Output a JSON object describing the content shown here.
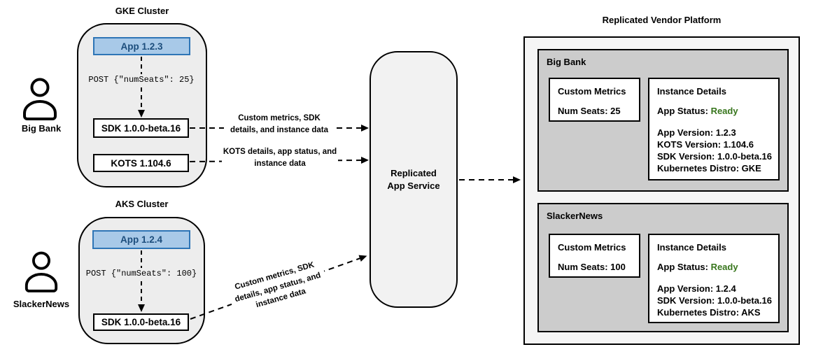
{
  "diagram": {
    "actors": [
      {
        "label": "Big Bank"
      },
      {
        "label": "SlackerNews"
      }
    ],
    "clusters": [
      {
        "title": "GKE Cluster",
        "app": "App 1.2.3",
        "post": "POST {\"numSeats\": 25}",
        "sdk": "SDK 1.0.0-beta.16",
        "kots": "KOTS 1.104.6"
      },
      {
        "title": "AKS Cluster",
        "app": "App 1.2.4",
        "post": "POST {\"numSeats\": 100}",
        "sdk": "SDK 1.0.0-beta.16"
      }
    ],
    "flows": [
      {
        "label": "Custom metrics, SDK\ndetails, and instance data"
      },
      {
        "label": "KOTS details, app status, and\ninstance data"
      },
      {
        "label": "Custom metrics, SDK\ndetails, app status, and\ninstance data"
      }
    ],
    "service": {
      "label": "Replicated\nApp Service"
    },
    "platform": {
      "title": "Replicated Vendor Platform",
      "customers": [
        {
          "name": "Big Bank",
          "custom_metrics": {
            "title": "Custom Metrics",
            "value": "Num Seats: 25"
          },
          "instance_details": {
            "title": "Instance Details",
            "status_label": "App Status: ",
            "status_value": "Ready",
            "lines": [
              "App Version: 1.2.3",
              "KOTS Version: 1.104.6",
              "SDK Version: 1.0.0-beta.16",
              "Kubernetes Distro: GKE"
            ]
          }
        },
        {
          "name": "SlackerNews",
          "custom_metrics": {
            "title": "Custom Metrics",
            "value": "Num Seats: 100"
          },
          "instance_details": {
            "title": "Instance Details",
            "status_label": "App Status: ",
            "status_value": "Ready",
            "lines": [
              "App Version: 1.2.4",
              "SDK Version: 1.0.0-beta.16",
              "Kubernetes Distro: AKS"
            ]
          }
        }
      ]
    },
    "colors": {
      "app_fill": "#a8c9e8",
      "app_border": "#2e75b6",
      "app_text": "#1c4d7c",
      "status_ready_green": "#38761d",
      "cluster_fill": "#ededed",
      "service_fill": "#f2f2f2",
      "platform_fill": "#f5f5f5",
      "panel_fill": "#cccccc"
    }
  }
}
